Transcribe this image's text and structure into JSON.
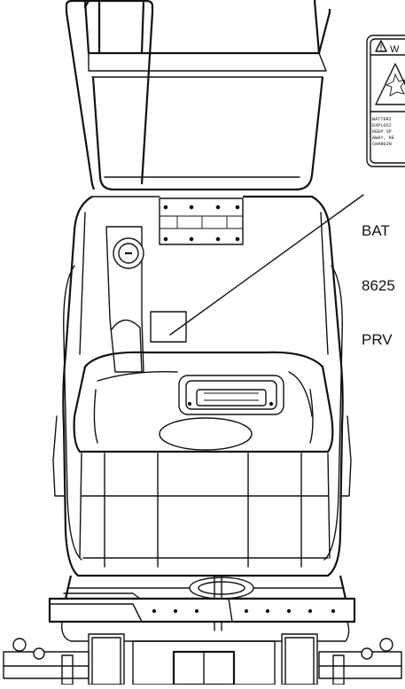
{
  "callout": {
    "lines": [
      "BAT",
      "8625",
      "PRV"
    ]
  },
  "warning_decal": {
    "header": "W",
    "text_lines": [
      "BATTERI",
      "EXPLOSI",
      "KEEP SP",
      "AWAY, KE",
      "CHARGIN"
    ]
  }
}
